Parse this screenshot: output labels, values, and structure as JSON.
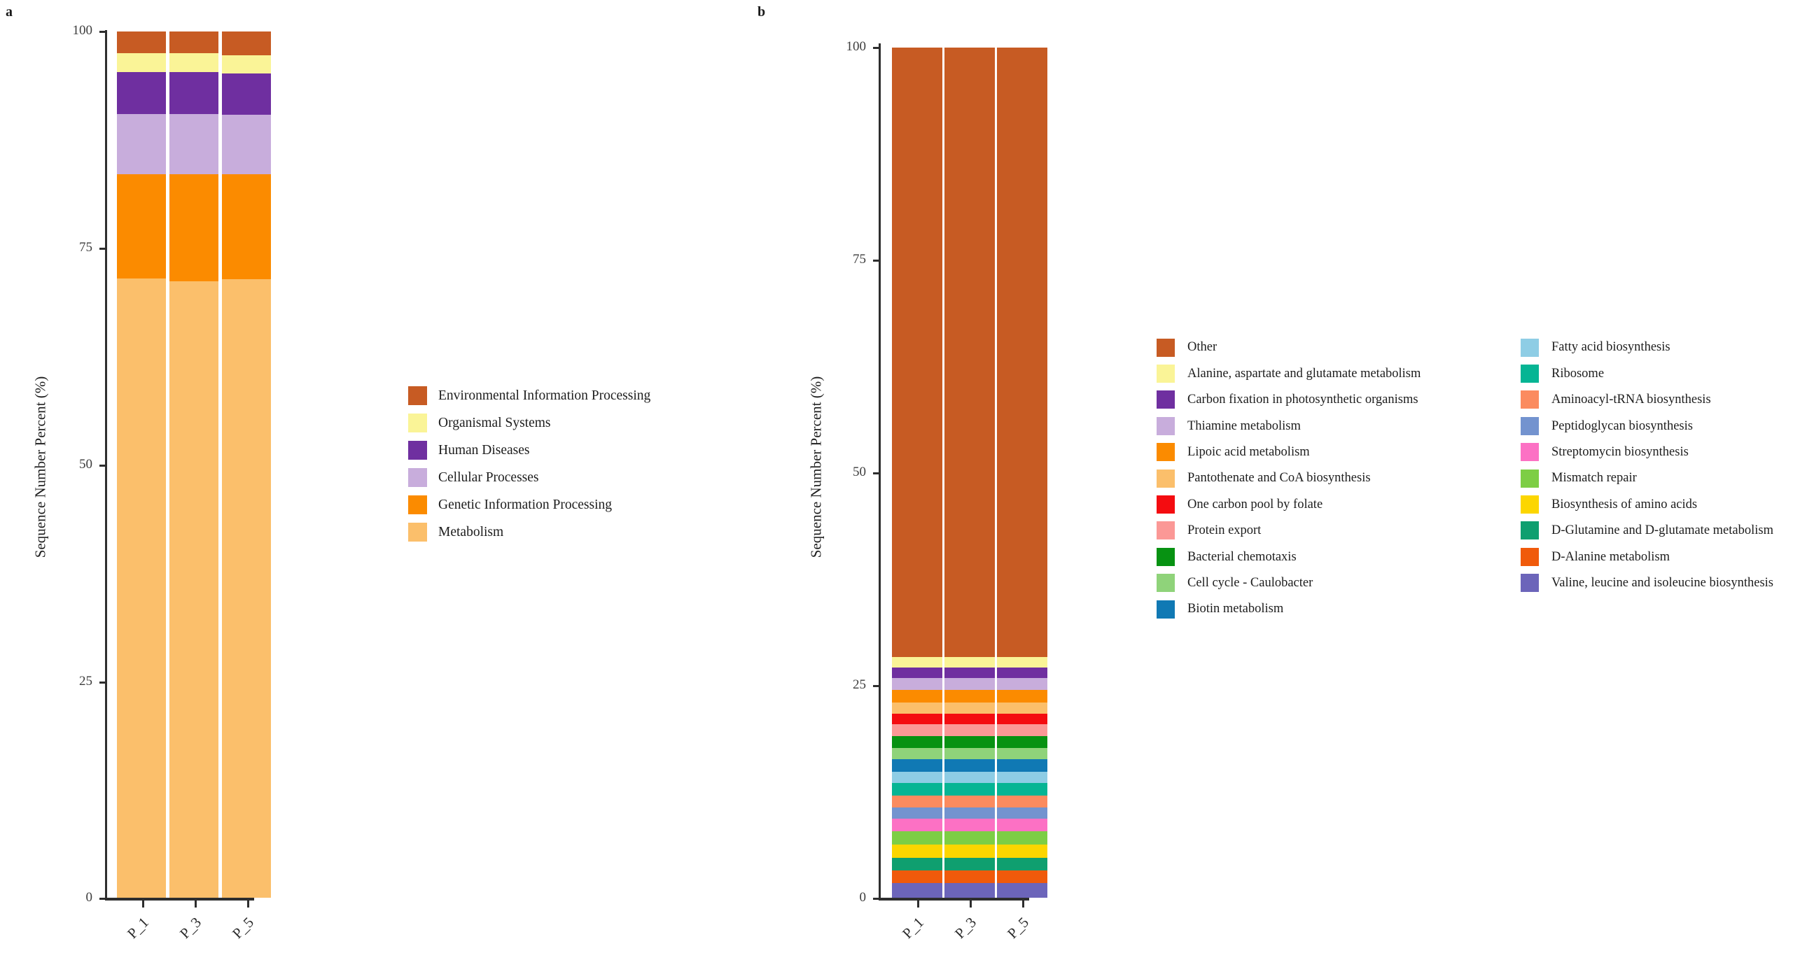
{
  "figure": {
    "panel_a_letter": "a",
    "panel_b_letter": "b"
  },
  "panel_a": {
    "y_axis_title": "Sequence Number Percent (%)",
    "y_ticks": [
      "100",
      "75",
      "50",
      "25",
      "0"
    ],
    "x_ticks": [
      "P_1",
      "P_3",
      "P_5"
    ],
    "legend": [
      {
        "label": "Environmental Information Processing",
        "color": "#C75B23"
      },
      {
        "label": "Organismal Systems",
        "color": "#FAF497"
      },
      {
        "label": "Human Diseases",
        "color": "#6F2FA0"
      },
      {
        "label": "Cellular Processes",
        "color": "#C8ADDC"
      },
      {
        "label": "Genetic Information Processing",
        "color": "#FB8B00"
      },
      {
        "label": "Metabolism",
        "color": "#FBBF6B"
      }
    ]
  },
  "panel_b": {
    "y_axis_title": "Sequence Number Percent (%)",
    "y_ticks": [
      "100",
      "75",
      "50",
      "25",
      "0"
    ],
    "x_ticks": [
      "P_1",
      "P_3",
      "P_5"
    ],
    "legend_column_1": [
      {
        "label": "Other",
        "color": "#C75B23"
      },
      {
        "label": "Alanine, aspartate and glutamate metabolism",
        "color": "#FAF497"
      },
      {
        "label": "Carbon fixation in photosynthetic organisms",
        "color": "#6F2FA0"
      },
      {
        "label": "Thiamine metabolism",
        "color": "#C8ADDC"
      },
      {
        "label": "Lipoic acid metabolism",
        "color": "#FB8B00"
      },
      {
        "label": "Pantothenate and CoA biosynthesis",
        "color": "#FBBF6B"
      },
      {
        "label": "One carbon pool by folate",
        "color": "#F40C10"
      },
      {
        "label": "Protein export",
        "color": "#FB9896"
      },
      {
        "label": "Bacterial chemotaxis",
        "color": "#079212"
      },
      {
        "label": "Cell cycle - Caulobacter",
        "color": "#8FD37A"
      },
      {
        "label": "Biotin metabolism",
        "color": "#1079B4"
      }
    ],
    "legend_column_2": [
      {
        "label": "Fatty acid biosynthesis",
        "color": "#8ECDE5"
      },
      {
        "label": "Ribosome",
        "color": "#06B594"
      },
      {
        "label": "Aminoacyl-tRNA biosynthesis",
        "color": "#FB8B5F"
      },
      {
        "label": "Peptidoglycan biosynthesis",
        "color": "#7393CF"
      },
      {
        "label": "Streptomycin biosynthesis",
        "color": "#FC71C4"
      },
      {
        "label": "Mismatch repair",
        "color": "#7DCE45"
      },
      {
        "label": "Biosynthesis of amino acids",
        "color": "#FCD600"
      },
      {
        "label": "D-Glutamine and D-glutamate metabolism",
        "color": "#0F9F6F"
      },
      {
        "label": "D-Alanine metabolism",
        "color": "#F05A0B"
      },
      {
        "label": "Valine, leucine and isoleucine biosynthesis",
        "color": "#6C65BA"
      }
    ]
  },
  "chart_data": [
    {
      "type": "bar",
      "id": "panel-a",
      "title": "a",
      "stacked": true,
      "percent": true,
      "xlabel": "",
      "ylabel": "Sequence Number Percent (%)",
      "ylim": [
        0,
        100
      ],
      "yticks": [
        0,
        25,
        50,
        75,
        100
      ],
      "grid": false,
      "legend_position": "right",
      "categories": [
        "P_1",
        "P_3",
        "P_5"
      ],
      "series": [
        {
          "name": "Metabolism",
          "color": "#FBBF6B",
          "values": [
            71.5,
            71.2,
            71.4
          ]
        },
        {
          "name": "Genetic Information Processing",
          "color": "#FB8B00",
          "values": [
            12.0,
            12.3,
            12.1
          ]
        },
        {
          "name": "Cellular Processes",
          "color": "#C8ADDC",
          "values": [
            7.0,
            7.0,
            6.9
          ]
        },
        {
          "name": "Human Diseases",
          "color": "#6F2FA0",
          "values": [
            4.8,
            4.8,
            4.8
          ]
        },
        {
          "name": "Organismal Systems",
          "color": "#FAF497",
          "values": [
            2.2,
            2.2,
            2.1
          ]
        },
        {
          "name": "Environmental Information Processing",
          "color": "#C75B23",
          "values": [
            2.5,
            2.5,
            2.7
          ]
        }
      ]
    },
    {
      "type": "bar",
      "id": "panel-b",
      "title": "b",
      "stacked": true,
      "percent": true,
      "xlabel": "",
      "ylabel": "Sequence Number Percent (%)",
      "ylim": [
        0,
        100
      ],
      "yticks": [
        0,
        25,
        50,
        75,
        100
      ],
      "grid": false,
      "legend_position": "right",
      "categories": [
        "P_1",
        "P_3",
        "P_5"
      ],
      "series": [
        {
          "name": "Valine, leucine and isoleucine biosynthesis",
          "color": "#6C65BA",
          "values": [
            1.7,
            1.7,
            1.7
          ]
        },
        {
          "name": "D-Alanine metabolism",
          "color": "#F05A0B",
          "values": [
            1.5,
            1.5,
            1.5
          ]
        },
        {
          "name": "D-Glutamine and D-glutamate metabolism",
          "color": "#0F9F6F",
          "values": [
            1.5,
            1.5,
            1.5
          ]
        },
        {
          "name": "Biosynthesis of amino acids",
          "color": "#FCD600",
          "values": [
            1.6,
            1.6,
            1.6
          ]
        },
        {
          "name": "Mismatch repair",
          "color": "#7DCE45",
          "values": [
            1.5,
            1.5,
            1.5
          ]
        },
        {
          "name": "Streptomycin biosynthesis",
          "color": "#FC71C4",
          "values": [
            1.5,
            1.5,
            1.5
          ]
        },
        {
          "name": "Peptidoglycan biosynthesis",
          "color": "#7393CF",
          "values": [
            1.3,
            1.3,
            1.3
          ]
        },
        {
          "name": "Aminoacyl-tRNA biosynthesis",
          "color": "#FB8B5F",
          "values": [
            1.4,
            1.4,
            1.4
          ]
        },
        {
          "name": "Ribosome",
          "color": "#06B594",
          "values": [
            1.5,
            1.5,
            1.5
          ]
        },
        {
          "name": "Fatty acid biosynthesis",
          "color": "#8ECDE5",
          "values": [
            1.3,
            1.3,
            1.3
          ]
        },
        {
          "name": "Biotin metabolism",
          "color": "#1079B4",
          "values": [
            1.5,
            1.5,
            1.5
          ]
        },
        {
          "name": "Cell cycle - Caulobacter",
          "color": "#8FD37A",
          "values": [
            1.3,
            1.3,
            1.3
          ]
        },
        {
          "name": "Bacterial chemotaxis",
          "color": "#079212",
          "values": [
            1.4,
            1.4,
            1.4
          ]
        },
        {
          "name": "Protein export",
          "color": "#FB9896",
          "values": [
            1.4,
            1.4,
            1.4
          ]
        },
        {
          "name": "One carbon pool by folate",
          "color": "#F40C10",
          "values": [
            1.3,
            1.3,
            1.3
          ]
        },
        {
          "name": "Pantothenate and CoA biosynthesis",
          "color": "#FBBF6B",
          "values": [
            1.3,
            1.3,
            1.3
          ]
        },
        {
          "name": "Lipoic acid metabolism",
          "color": "#FB8B00",
          "values": [
            1.5,
            1.5,
            1.5
          ]
        },
        {
          "name": "Thiamine metabolism",
          "color": "#C8ADDC",
          "values": [
            1.4,
            1.4,
            1.4
          ]
        },
        {
          "name": "Carbon fixation in photosynthetic organisms",
          "color": "#6F2FA0",
          "values": [
            1.2,
            1.2,
            1.2
          ]
        },
        {
          "name": "Alanine, aspartate and glutamate metabolism",
          "color": "#FAF497",
          "values": [
            1.2,
            1.2,
            1.2
          ]
        },
        {
          "name": "Other",
          "color": "#C75B23",
          "values": [
            69.7,
            69.7,
            69.7
          ]
        }
      ]
    }
  ]
}
